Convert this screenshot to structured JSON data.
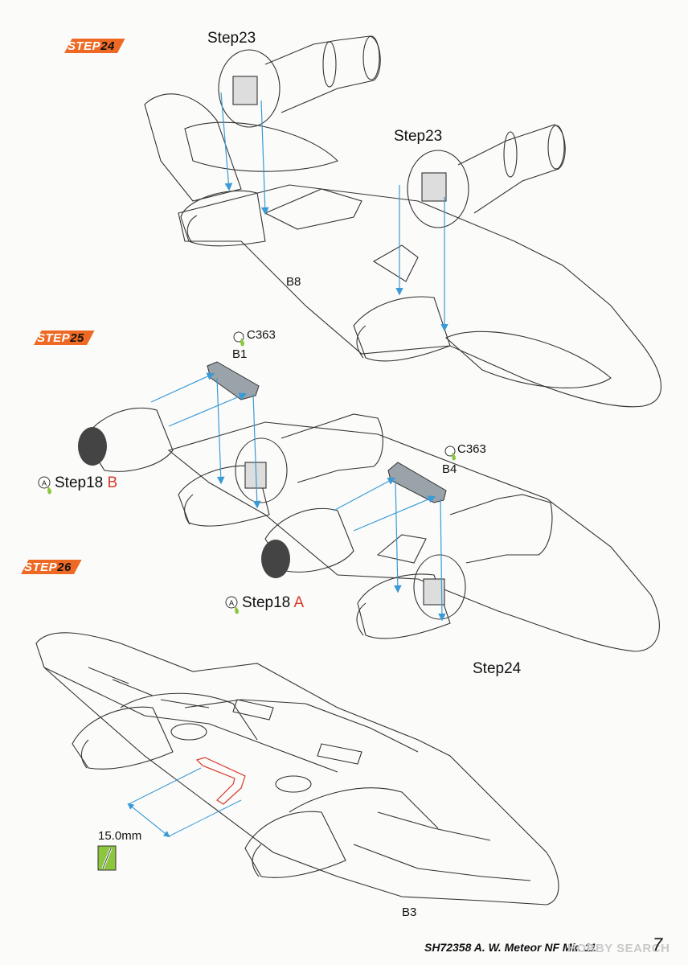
{
  "steps": [
    {
      "prefix": "STEP",
      "number": "24"
    },
    {
      "prefix": "STEP",
      "number": "25"
    },
    {
      "prefix": "STEP",
      "number": "26"
    }
  ],
  "callouts": {
    "step23_left": "Step23",
    "step23_right": "Step23",
    "part_b8": "B8",
    "paint_c363_a": "C363",
    "part_b1": "B1",
    "paint_c363_b": "C363",
    "part_b4": "B4",
    "step18b_text": "Step18",
    "step18b_letter": "B",
    "step18a_text": "Step18",
    "step18a_letter": "A",
    "step24_ref": "Step24",
    "dimension": "15.0mm",
    "part_b3": "B3"
  },
  "footer": {
    "code": "SH72358 A. W. Meteor NF Mk. 11",
    "page_number": "7",
    "watermark": "HOBBY SEARCH"
  },
  "colors": {
    "step_badge": "#ee6a24",
    "arrow": "#3a9ad6",
    "paint_chip": "#9aa3aa",
    "accent_red": "#d8392b",
    "drop_green": "#8cc63f"
  }
}
